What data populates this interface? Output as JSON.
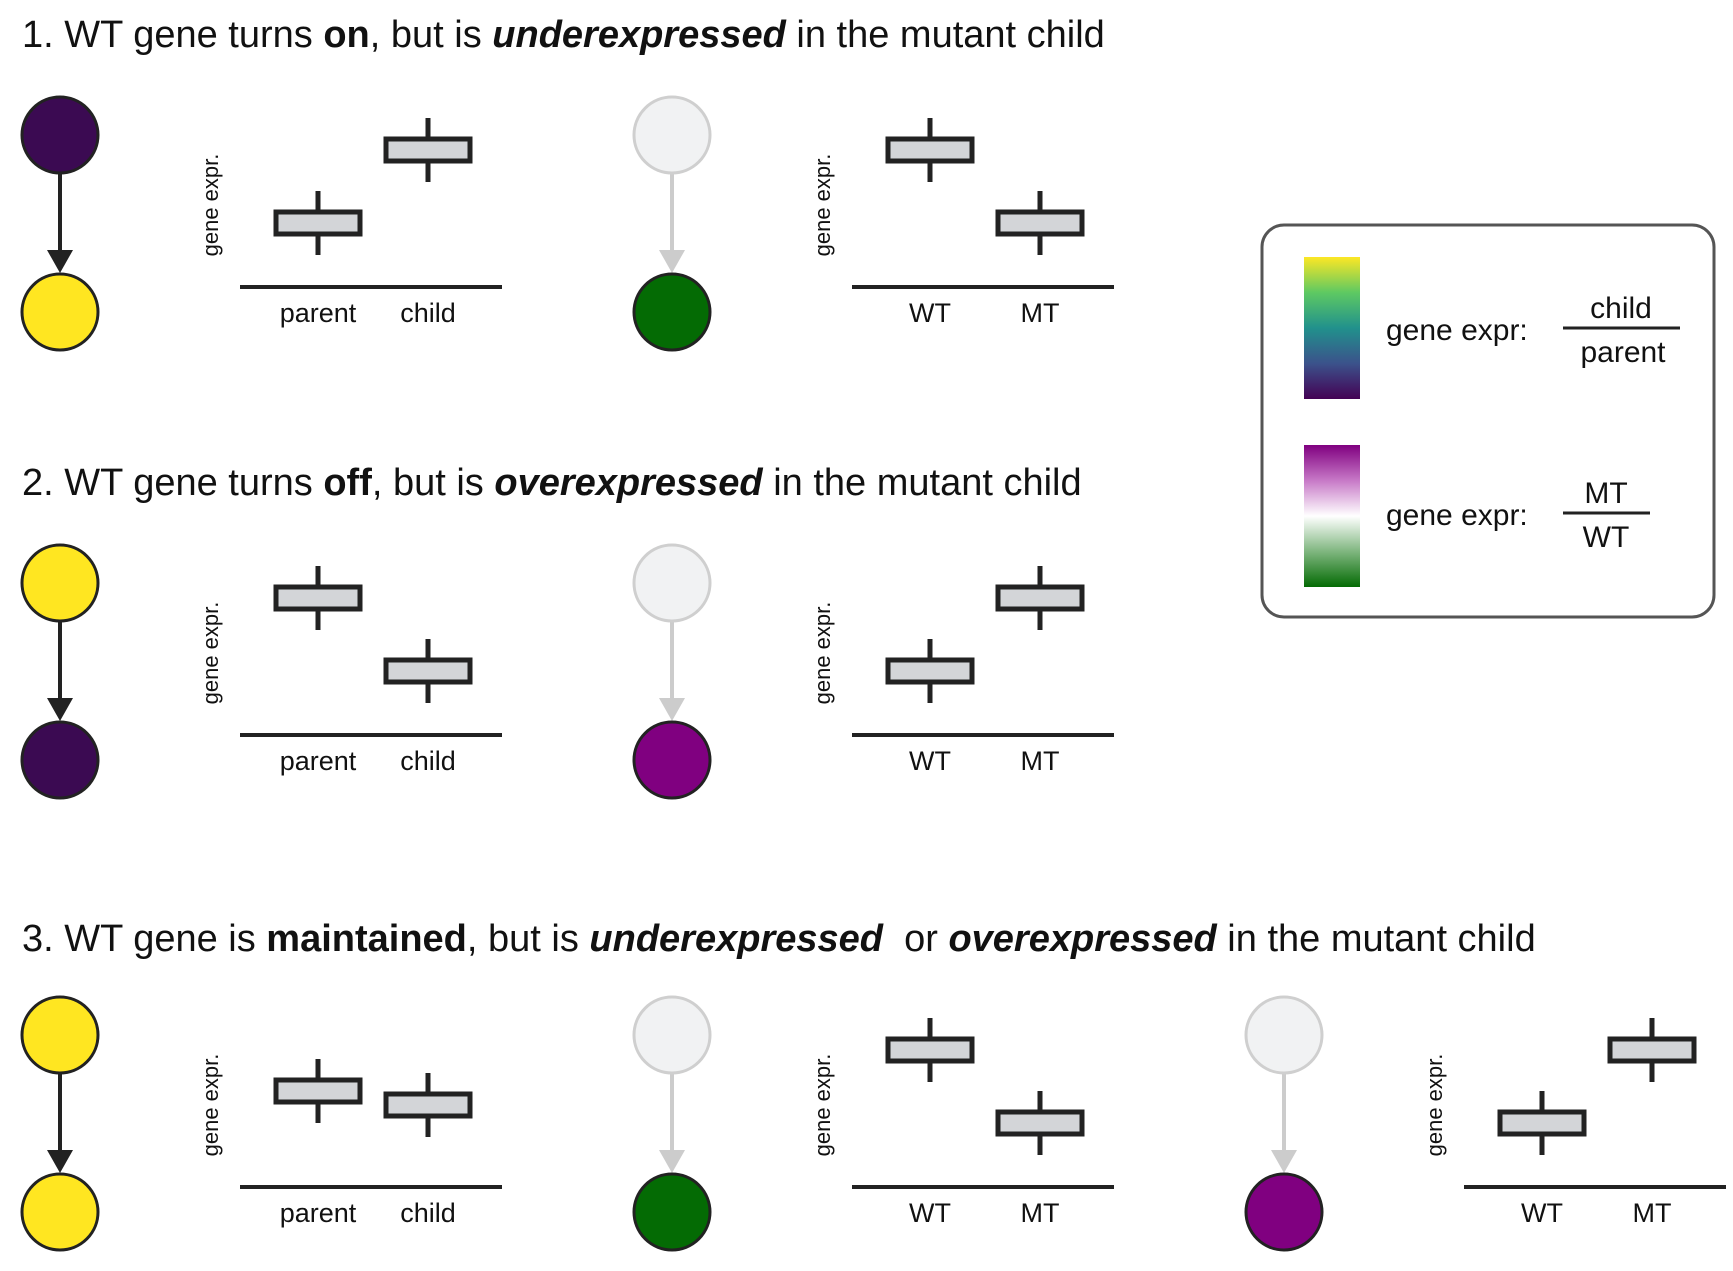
{
  "labels": {
    "y_axis": "gene expr.",
    "parent": "parent",
    "child": "child",
    "wt": "WT",
    "mt": "MT"
  },
  "legend": {
    "ratio1": {
      "prefix": "gene expr:",
      "numerator": "child",
      "denominator": "parent"
    },
    "ratio2": {
      "prefix": "gene expr:",
      "numerator": "MT",
      "denominator": "WT"
    }
  },
  "panels": [
    {
      "heading": {
        "p1": "1. WT gene turns ",
        "b1": "on",
        "p2": ", but is ",
        "i1": "underexpressed",
        "p3": " in the mutant child"
      },
      "diagrams": [
        {
          "kind": "lineage",
          "parent_color": "#3b0a52",
          "child_color": "#ffe621",
          "arrow": "dark"
        },
        {
          "kind": "boxplot",
          "categories": [
            "parent",
            "child"
          ],
          "levels": [
            "low",
            "high"
          ]
        },
        {
          "kind": "lineage",
          "parent_color": "#f1f2f3",
          "child_color": "#046b04",
          "arrow": "light"
        },
        {
          "kind": "boxplot",
          "categories": [
            "WT",
            "MT"
          ],
          "levels": [
            "high",
            "low"
          ]
        }
      ]
    },
    {
      "heading": {
        "p1": "2. WT gene turns ",
        "b1": "off",
        "p2": ", but is ",
        "i1": "overexpressed",
        "p3": " in the mutant child"
      },
      "diagrams": [
        {
          "kind": "lineage",
          "parent_color": "#ffe621",
          "child_color": "#3b0a52",
          "arrow": "dark"
        },
        {
          "kind": "boxplot",
          "categories": [
            "parent",
            "child"
          ],
          "levels": [
            "high",
            "low"
          ]
        },
        {
          "kind": "lineage",
          "parent_color": "#f1f2f3",
          "child_color": "#800080",
          "arrow": "light"
        },
        {
          "kind": "boxplot",
          "categories": [
            "WT",
            "MT"
          ],
          "levels": [
            "low",
            "high"
          ]
        }
      ]
    },
    {
      "heading": {
        "p1": "3. WT gene is ",
        "b1": "maintained",
        "p2": ", but is ",
        "i1": "underexpressed",
        "p3": "  or ",
        "i2": "overexpressed",
        "p4": " in the mutant child"
      },
      "diagrams": [
        {
          "kind": "lineage",
          "parent_color": "#ffe621",
          "child_color": "#ffe621",
          "arrow": "dark"
        },
        {
          "kind": "boxplot",
          "categories": [
            "parent",
            "child"
          ],
          "levels": [
            "mid-high",
            "mid"
          ]
        },
        {
          "kind": "lineage",
          "parent_color": "#f1f2f3",
          "child_color": "#046b04",
          "arrow": "light"
        },
        {
          "kind": "boxplot",
          "categories": [
            "WT",
            "MT"
          ],
          "levels": [
            "high",
            "low"
          ]
        },
        {
          "kind": "lineage",
          "parent_color": "#f1f2f3",
          "child_color": "#800080",
          "arrow": "light"
        },
        {
          "kind": "boxplot",
          "categories": [
            "WT",
            "MT"
          ],
          "levels": [
            "low",
            "high"
          ]
        }
      ]
    }
  ],
  "colors": {
    "viridis": [
      "#fde725",
      "#5ec962",
      "#21918c",
      "#3b528b",
      "#440154"
    ],
    "prgn": [
      "#800080",
      "#c779c7",
      "#ffffff",
      "#7fb67f",
      "#046b04"
    ],
    "box_fill": "#d3d5d8",
    "stroke": "#222222",
    "light_arrow": "#cccccc"
  }
}
